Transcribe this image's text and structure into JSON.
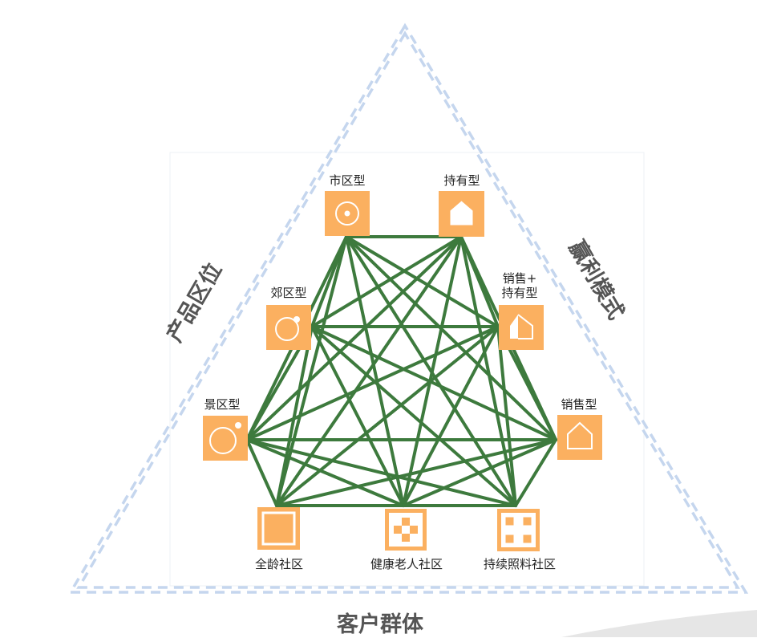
{
  "sides": {
    "left": "产品区位",
    "right": "赢利模式",
    "bottom": "客户群体"
  },
  "colors": {
    "node_fill": "#fbb060",
    "edge": "#3d7a3d",
    "triangle": "#c5d6ee",
    "side_text": "#555555"
  },
  "nodes": [
    {
      "id": "urban",
      "label": "市区型",
      "icon": "target-icon"
    },
    {
      "id": "hold",
      "label": "持有型",
      "icon": "house-filled-icon"
    },
    {
      "id": "suburb",
      "label": "郊区型",
      "icon": "orbit-circle-icon"
    },
    {
      "id": "sellhold",
      "label": "销售+\n持有型",
      "icon": "half-house-icon"
    },
    {
      "id": "scenic",
      "label": "景区型",
      "icon": "camera-circle-icon"
    },
    {
      "id": "sell",
      "label": "销售型",
      "icon": "house-outline-icon"
    },
    {
      "id": "allage",
      "label": "全龄社区",
      "icon": "square-frame-icon"
    },
    {
      "id": "healthy",
      "label": "健康老人社区",
      "icon": "checker-diamond-icon"
    },
    {
      "id": "ccrc",
      "label": "持续照料社区",
      "icon": "checker-corners-icon"
    }
  ]
}
